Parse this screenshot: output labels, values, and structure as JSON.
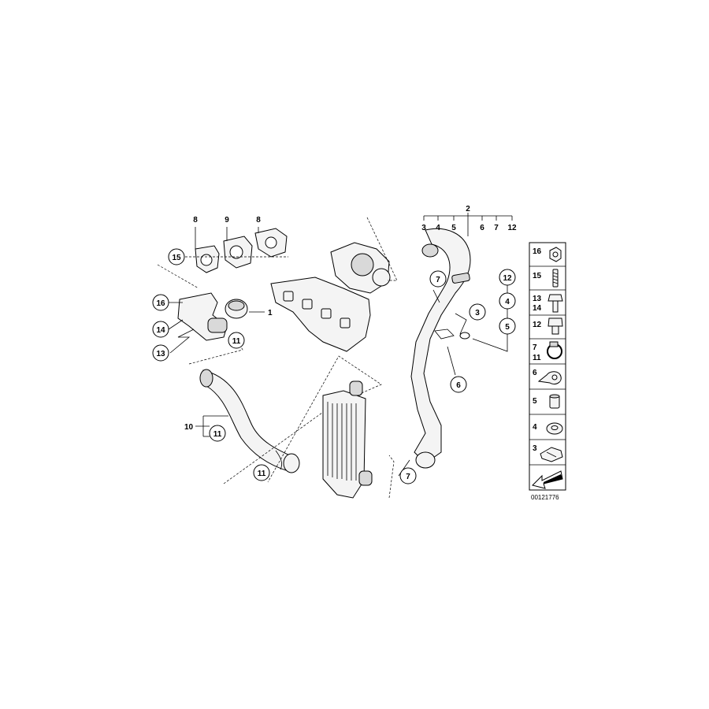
{
  "callouts": {
    "c1": "1",
    "c2": "2",
    "c3a": "3",
    "c3b": "3",
    "c4a": "4",
    "c4b": "4",
    "c5a": "5",
    "c5b": "5",
    "c6a": "6",
    "c6b": "6",
    "c7a": "7",
    "c7b": "7",
    "c7c": "7",
    "c8a": "8",
    "c8b": "8",
    "c9": "9",
    "c10": "10",
    "c11a": "11",
    "c11b": "11",
    "c11c": "11",
    "c12a": "12",
    "c12b": "12",
    "c13": "13",
    "c14": "14",
    "c15": "15",
    "c16": "16"
  },
  "legend": {
    "items": [
      {
        "labels": [
          "16"
        ],
        "icon": "nut-icon"
      },
      {
        "labels": [
          "15"
        ],
        "icon": "stud-icon"
      },
      {
        "labels": [
          "13",
          "14"
        ],
        "icon": "hex-bolt-icon"
      },
      {
        "labels": [
          "12"
        ],
        "icon": "bolt-icon"
      },
      {
        "labels": [
          "7",
          "11"
        ],
        "icon": "hose-clamp-icon"
      },
      {
        "labels": [
          "6"
        ],
        "icon": "bracket-clip-icon"
      },
      {
        "labels": [
          "5"
        ],
        "icon": "sleeve-icon"
      },
      {
        "labels": [
          "4"
        ],
        "icon": "grommet-icon"
      },
      {
        "labels": [
          "3"
        ],
        "icon": "clip-icon"
      },
      {
        "labels": [],
        "icon": "arrow-icon"
      }
    ],
    "drawing_code": "00121776"
  }
}
